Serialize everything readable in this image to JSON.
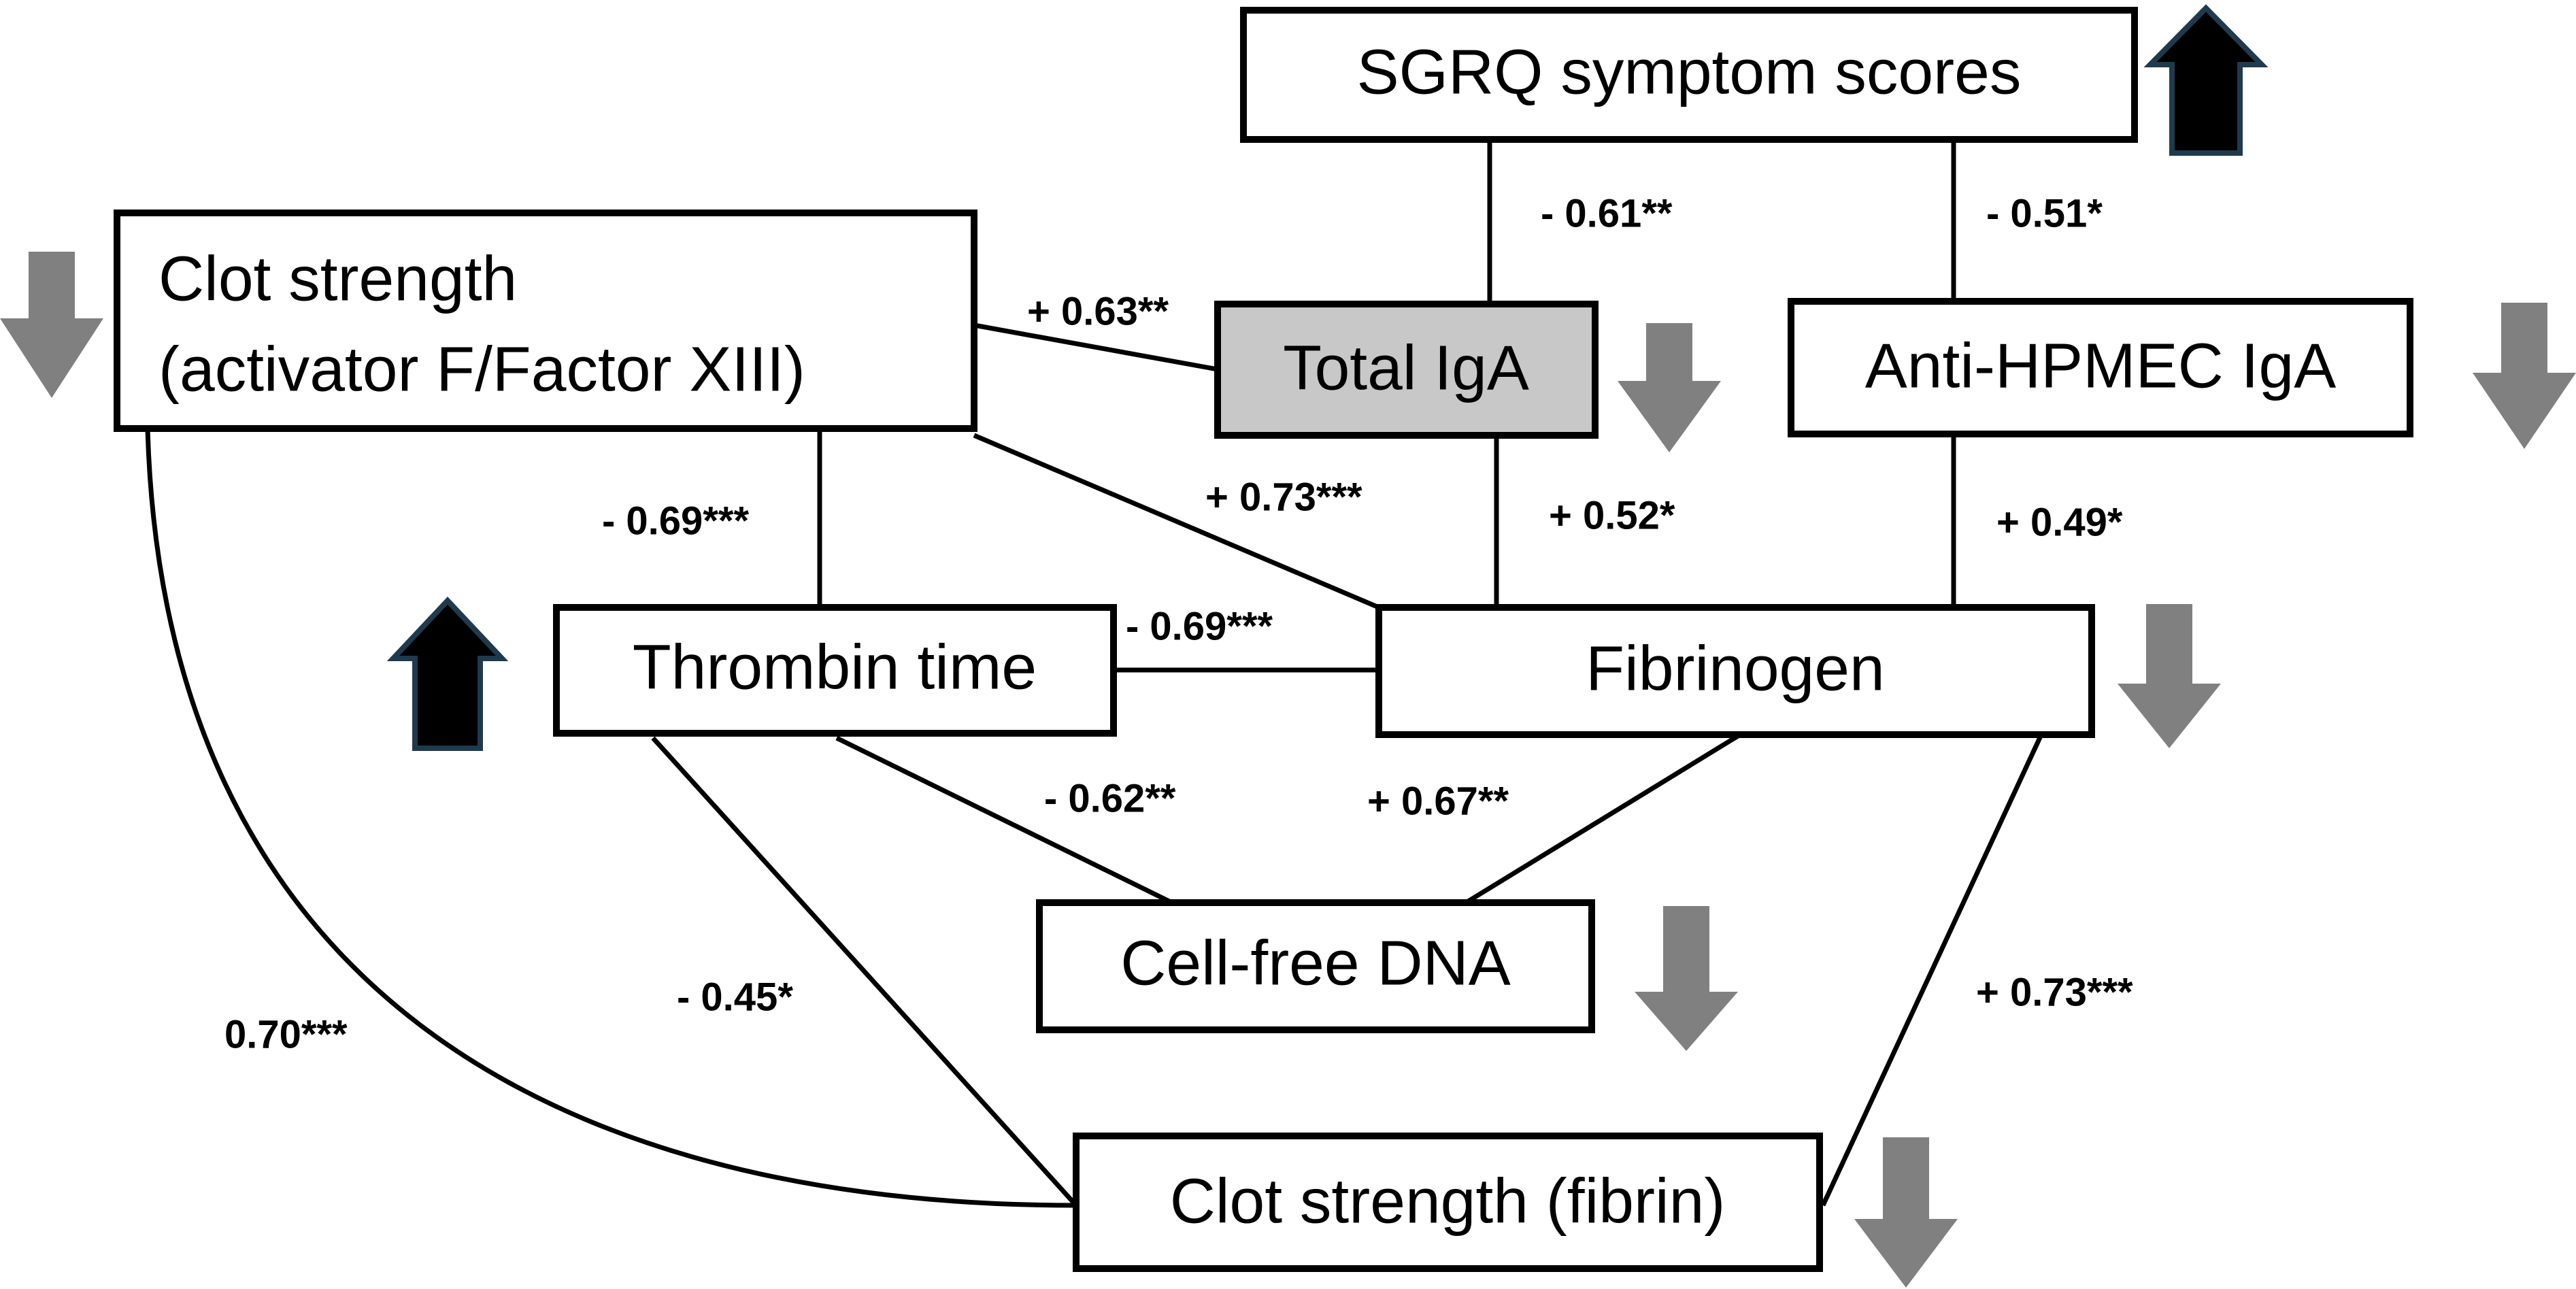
{
  "nodes": {
    "sgrq": {
      "label": "SGRQ symptom scores"
    },
    "clot_activator": {
      "line1": "Clot strength",
      "line2": "(activator F/Factor XIII)"
    },
    "total_iga": {
      "label": "Total IgA"
    },
    "anti_hpmec": {
      "label": "Anti-HPMEC IgA"
    },
    "thrombin": {
      "label": "Thrombin time"
    },
    "fibrinogen": {
      "label": "Fibrinogen"
    },
    "cfdna": {
      "label": "Cell-free DNA"
    },
    "clot_fibrin": {
      "label": "Clot strength (fibrin)"
    }
  },
  "edges": {
    "sgrq_total_iga": "- 0.61**",
    "sgrq_anti_hpmec": "- 0.51*",
    "clot_total_iga": "+ 0.63**",
    "clot_thrombin": "- 0.69***",
    "clot_fibrinogen": "+ 0.73***",
    "total_iga_fibrinogen": "+ 0.52*",
    "anti_hpmec_fibrinogen": "+ 0.49*",
    "thrombin_fibrinogen": "- 0.69***",
    "thrombin_cfdna": "- 0.62**",
    "fibrinogen_cfdna": "+ 0.67**",
    "thrombin_clot_fibrin": "- 0.45*",
    "clot_activator_clot_fibrin": "0.70***",
    "fibrinogen_clot_fibrin": "+ 0.73***"
  },
  "indicators": {
    "up_color": "#000000",
    "down_color": "#808080",
    "up_arrows": [
      "sgrq-up-arrow-icon",
      "thrombin-up-arrow-icon"
    ],
    "down_arrows": [
      "clot-activator-down-arrow-icon",
      "total-iga-down-arrow-icon",
      "anti-hpmec-down-arrow-icon",
      "fibrinogen-down-arrow-icon",
      "cfdna-down-arrow-icon",
      "clot-fibrin-down-arrow-icon"
    ]
  }
}
